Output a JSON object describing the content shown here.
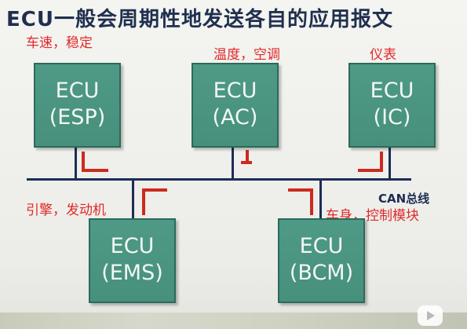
{
  "title": "ECU一般会周期性地发送各自的应用报文",
  "ecus": [
    {
      "line1": "ECU",
      "line2": "(ESP)",
      "label": "车速，稳定"
    },
    {
      "line1": "ECU",
      "line2": "(AC)",
      "label": "温度，空调"
    },
    {
      "line1": "ECU",
      "line2": "(IC)",
      "label": "仪表"
    },
    {
      "line1": "ECU",
      "line2": "(EMS)",
      "label": "引擎，发动机"
    },
    {
      "line1": "ECU",
      "line2": "(BCM)",
      "label": "车身，控制模块"
    }
  ],
  "bus_label": "CAN总线",
  "colors": {
    "ecu_fill": "#4a9580",
    "bus": "#1c2d55",
    "signal": "#cc2a1f",
    "annotation": "#e02a2a",
    "title": "#1f2f4f"
  },
  "icons": [
    "play-icon"
  ]
}
